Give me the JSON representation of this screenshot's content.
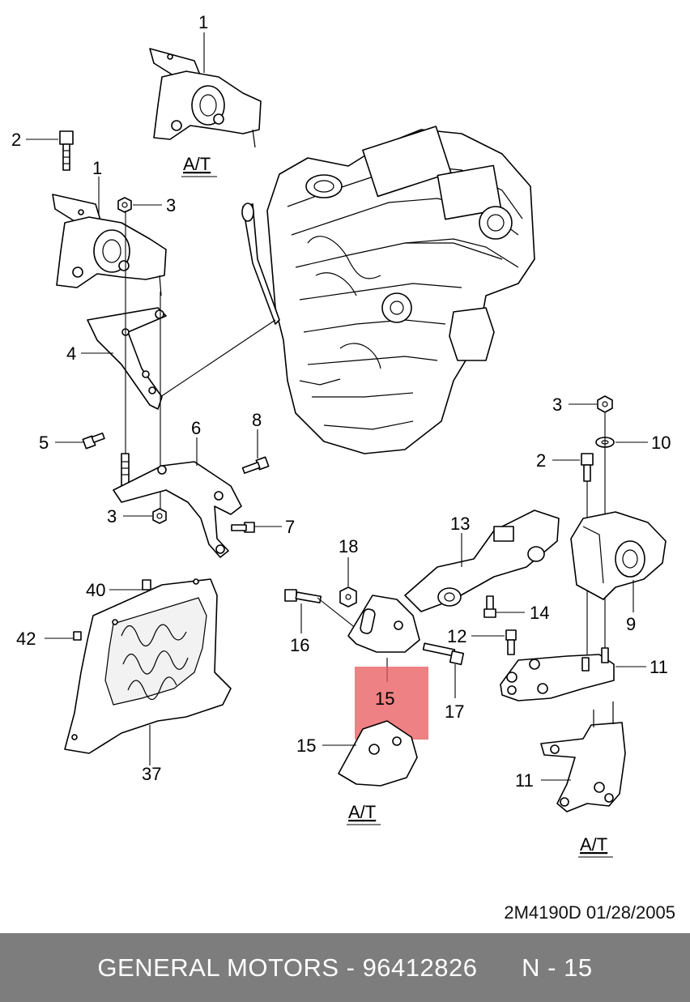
{
  "callouts": {
    "c1a": "1",
    "c2a": "2",
    "c1b": "1",
    "c3a": "3",
    "c4": "4",
    "c5": "5",
    "c6": "6",
    "c8": "8",
    "c3b": "3",
    "c7": "7",
    "c40": "40",
    "c42": "42",
    "c37": "37",
    "c18": "18",
    "c16": "16",
    "c13": "13",
    "c14": "14",
    "c12": "12",
    "c17": "17",
    "c15a": "15",
    "c15b": "15",
    "c3c": "3",
    "c10": "10",
    "c2b": "2",
    "c9": "9",
    "c11a": "11",
    "c11b": "11"
  },
  "labels": {
    "at1": "A/T",
    "at2": "A/T",
    "at3": "A/T"
  },
  "highlight": {
    "label": "15",
    "color": "#e8575a"
  },
  "drawing_code": "2M4190D  01/28/2005",
  "footer": {
    "text": "GENERAL MOTORS - 96412826      N - 15"
  }
}
